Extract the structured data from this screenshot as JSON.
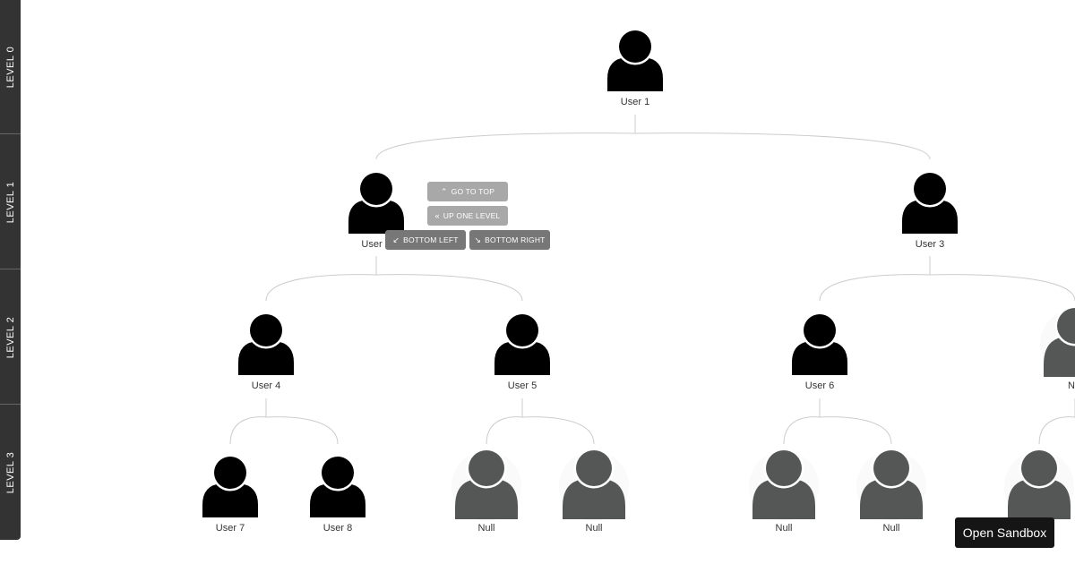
{
  "levels": [
    "LEVEL 0",
    "LEVEL 1",
    "LEVEL 2",
    "LEVEL 3"
  ],
  "nodes": {
    "user1": "User 1",
    "user2": "User",
    "user3": "User 3",
    "user4": "User 4",
    "user5": "User 5",
    "user6": "User 6",
    "null_l2_right": "N",
    "user7": "User 7",
    "user8": "User 8",
    "null_a": "Null",
    "null_b": "Null",
    "null_c": "Null",
    "null_d": "Null"
  },
  "controls": {
    "go_to_top": "GO TO TOP",
    "up_one_level": "UP ONE LEVEL",
    "bottom_left": "BOTTOM LEFT",
    "bottom_right": "BOTTOM RIGHT"
  },
  "sandbox_button": "Open Sandbox",
  "colors": {
    "active_user": "#000000",
    "null_user": "#555757",
    "sidebar": "#333333",
    "connector": "#cccccc"
  }
}
